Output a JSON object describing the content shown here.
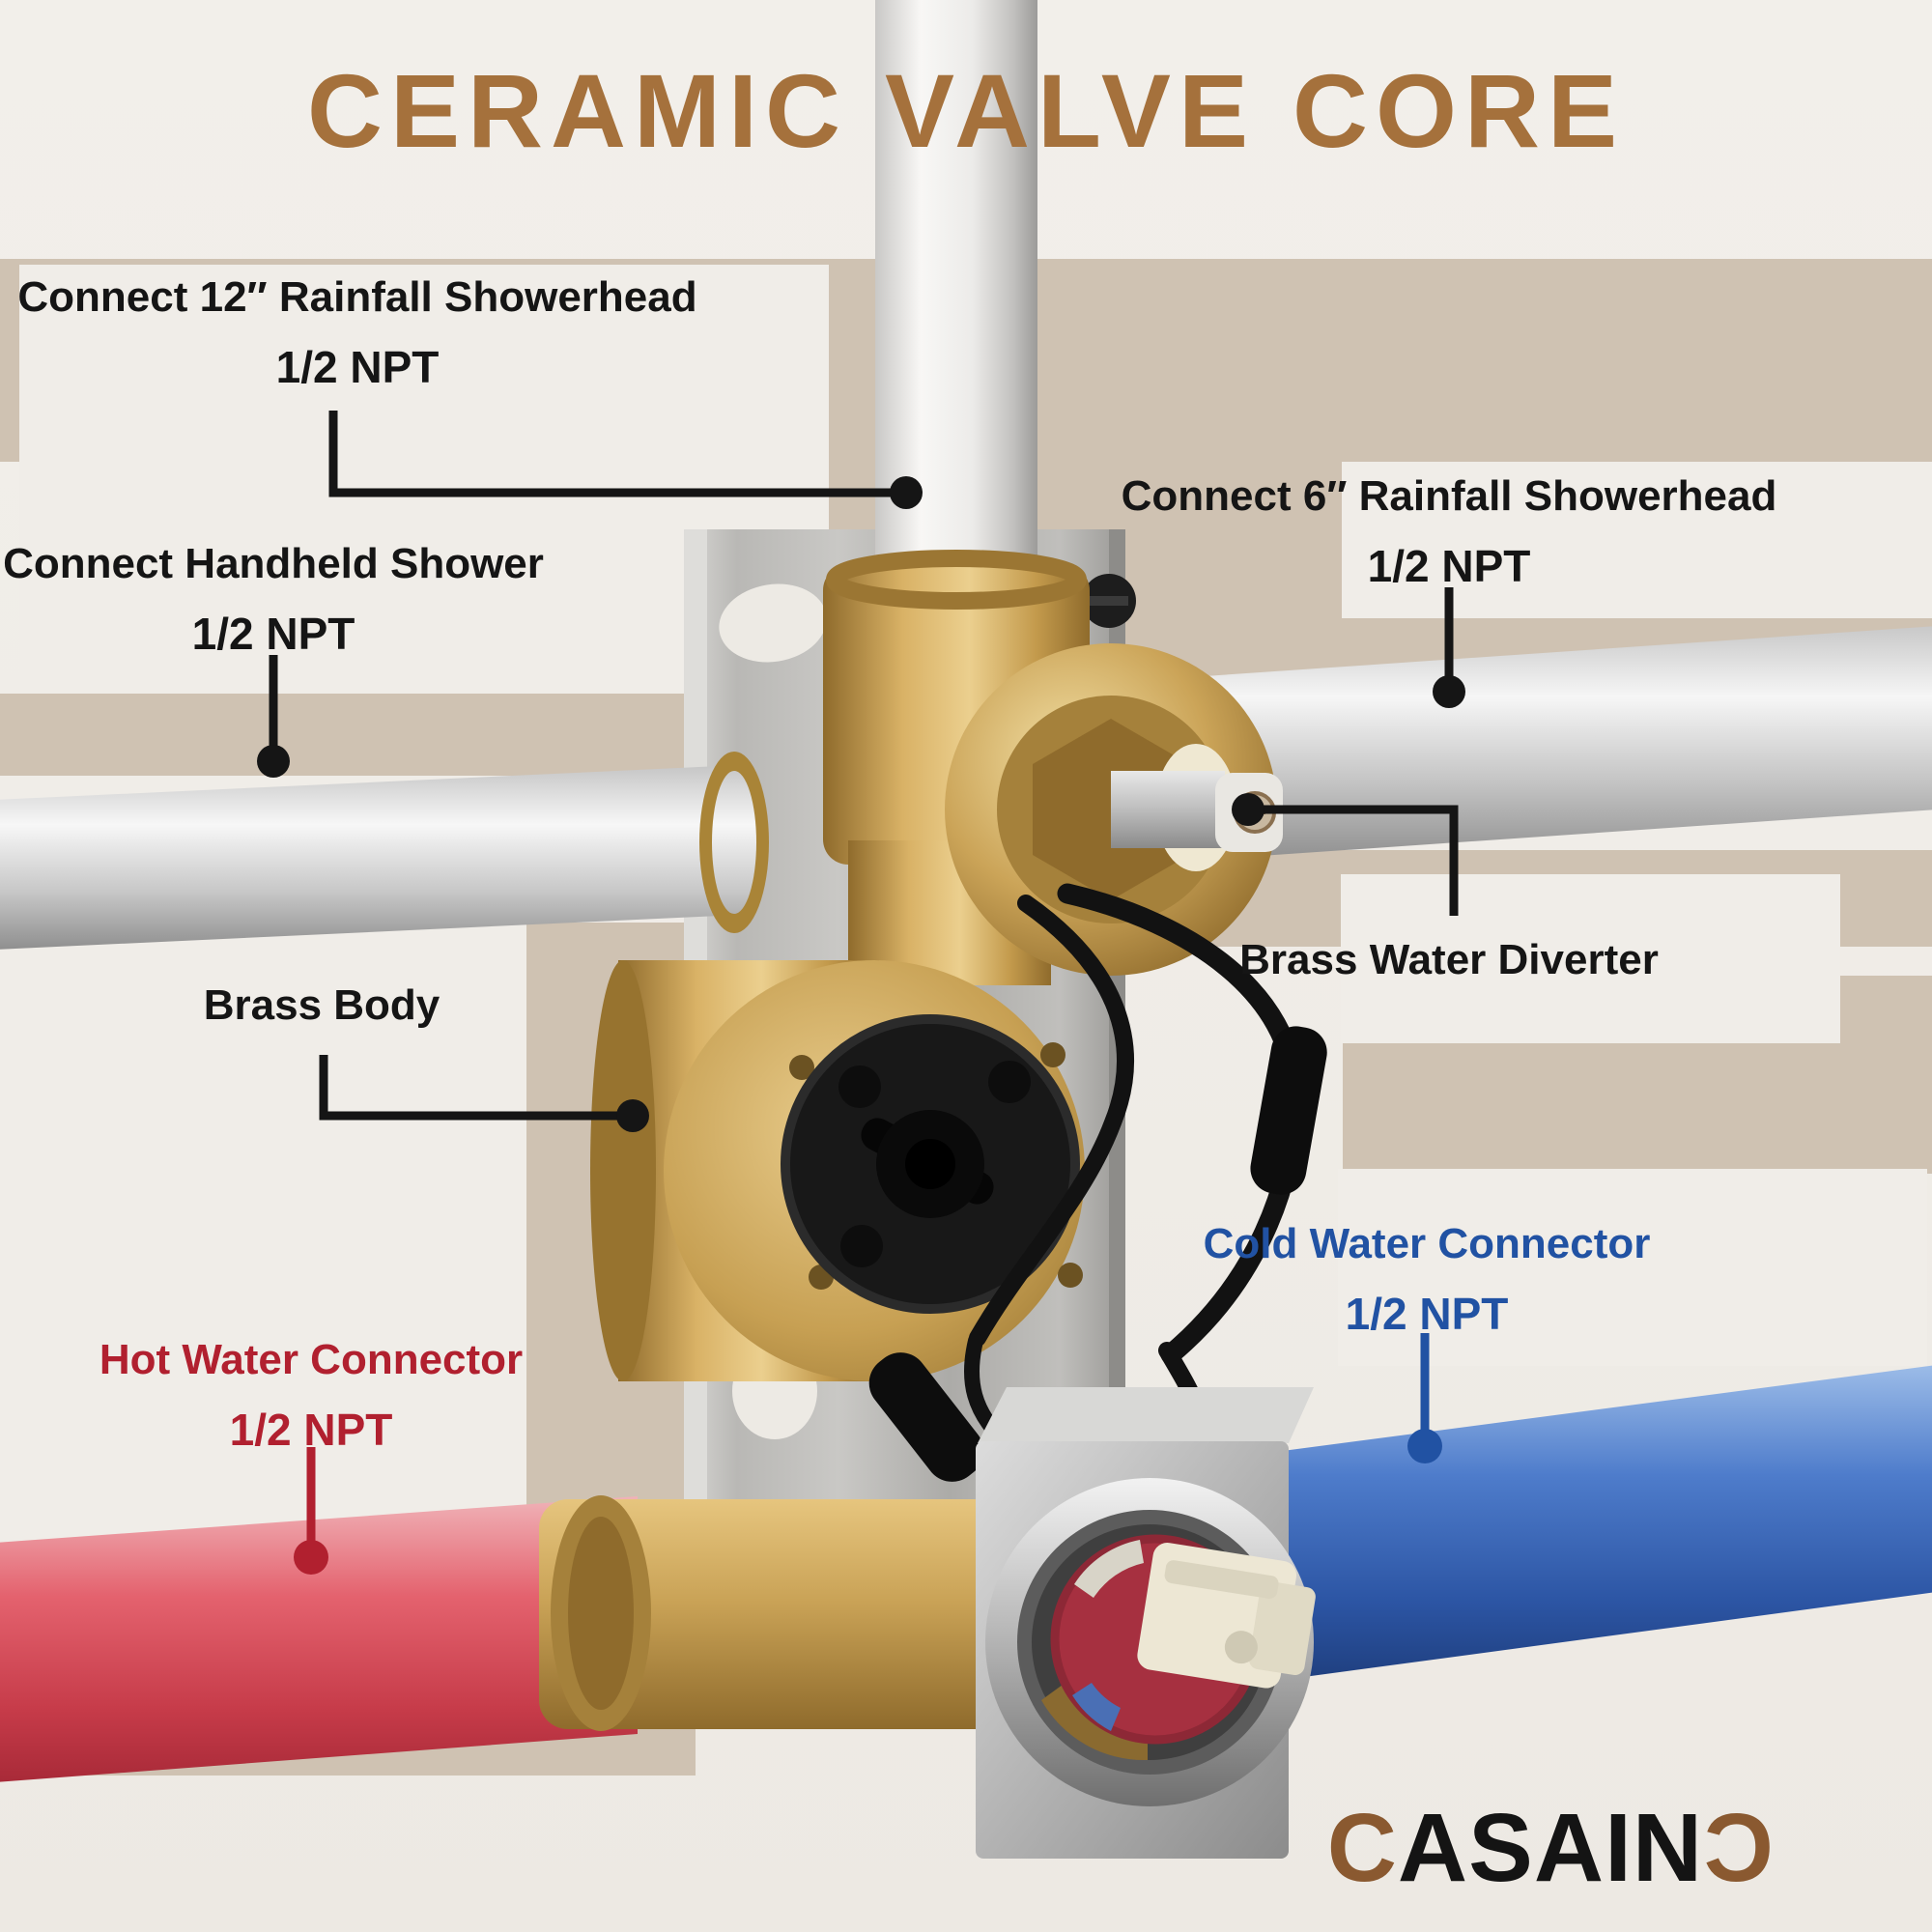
{
  "title": "CERAMIC VALVE CORE",
  "colors": {
    "title_brown": "#A5713C",
    "background": "#F0EDE8",
    "tan_band": "#CFC2B2",
    "label_black": "#151515",
    "hot_red": "#B1202F",
    "cold_blue": "#2152A3",
    "logo_brown": "#8A5930"
  },
  "labels": {
    "connect12": {
      "line1": "Connect 12″ Rainfall Showerhead",
      "line2": "1/2 NPT"
    },
    "connect6": {
      "line1": "Connect 6″ Rainfall Showerhead",
      "line2": "1/2 NPT"
    },
    "handheld": {
      "line1": "Connect Handheld Shower",
      "line2": "1/2 NPT"
    },
    "brass_diverter": {
      "line1": "Brass Water Diverter"
    },
    "brass_body": {
      "line1": "Brass Body"
    },
    "cold": {
      "line1": "Cold Water Connector",
      "line2": "1/2 NPT"
    },
    "hot": {
      "line1": "Hot Water Connector",
      "line2": "1/2 NPT"
    }
  },
  "logo": {
    "brand": "CASAINO",
    "first": "C",
    "middle": "ASAIN",
    "last": "C"
  }
}
